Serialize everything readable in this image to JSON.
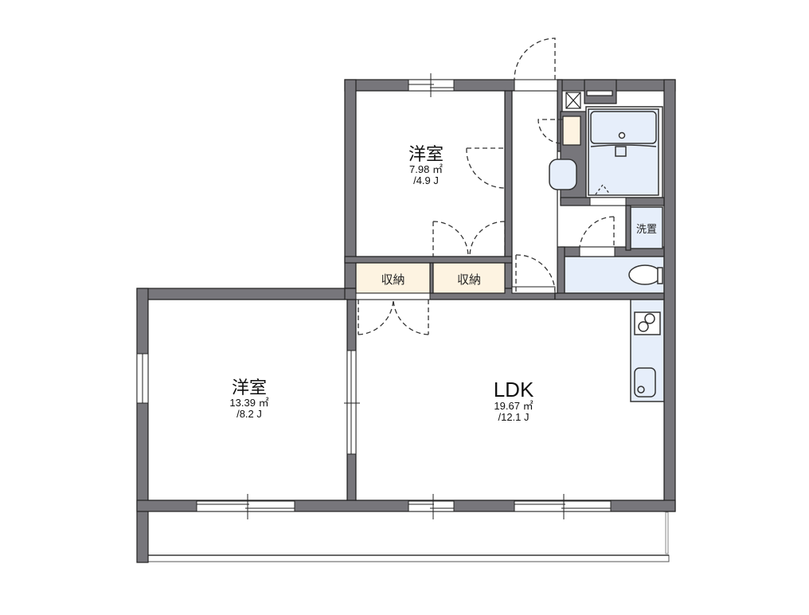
{
  "floorplan": {
    "colors": {
      "wall": "#77767b",
      "wall_outline": "#222222",
      "storage_fill": "#fdf3e1",
      "wet_area_fill": "#e6eefa",
      "floor": "#ffffff"
    },
    "rooms": [
      {
        "id": "western-room-north",
        "name": "洋室",
        "area": "7.98 ㎡",
        "jo": "/4.9 J"
      },
      {
        "id": "western-room-west",
        "name": "洋室",
        "area": "13.39 ㎡",
        "jo": "/8.2 J"
      },
      {
        "id": "ldk",
        "name": "LDK",
        "area": "19.67 ㎡",
        "jo": "/12.1 J"
      }
    ],
    "storage": [
      {
        "label": "収納"
      },
      {
        "label": "収納"
      }
    ],
    "washer": {
      "label": "洗置"
    },
    "fixtures": [
      "bathtub",
      "washbasin",
      "toilet",
      "kitchen-stove",
      "kitchen-sink",
      "shoe-cabinet",
      "ventilation"
    ],
    "balcony": true
  }
}
